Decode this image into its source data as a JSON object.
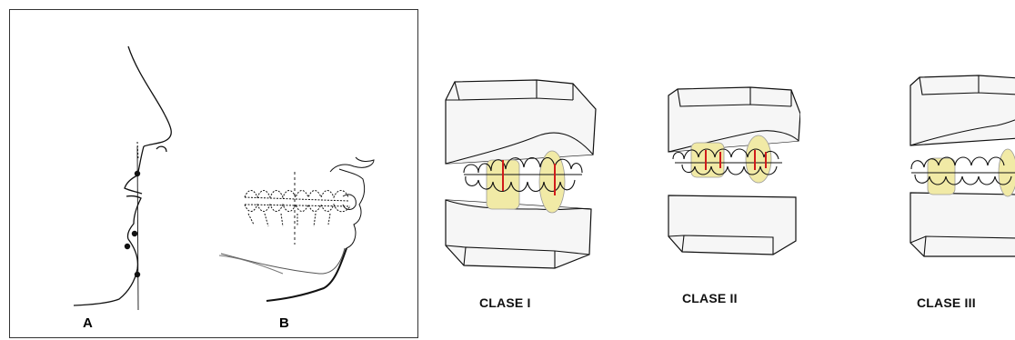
{
  "panel_a_label": "A",
  "panel_b_label": "B",
  "class_labels": [
    "CLASE I",
    "CLASE II",
    "CLASE III"
  ],
  "colors": {
    "line": "#111111",
    "highlight": "#f1eaa6",
    "marker": "#d11b1b",
    "block_fill": "#f6f6f6"
  },
  "icons": [
    "facial-profile-drawing",
    "skull-dentition-drawing",
    "dental-model-class-1",
    "dental-model-class-2",
    "dental-model-class-3"
  ]
}
